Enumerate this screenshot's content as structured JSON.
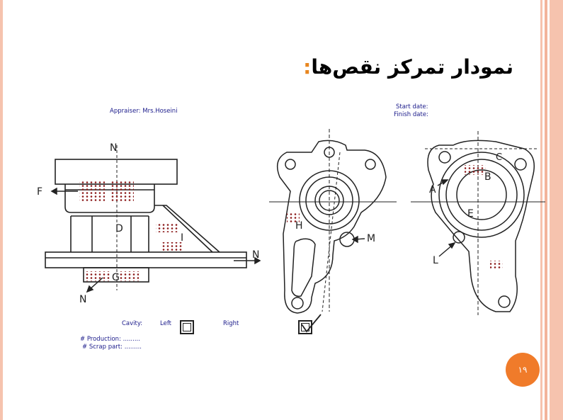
{
  "slide": {
    "title": "نمودار تمرکز نقص‌ها",
    "title_colon": ":",
    "appraiser": "Appraiser: Mrs.Hoseini",
    "start_date": "Start date:",
    "finish_date": "Finish date:",
    "cavity_label": "Cavity:",
    "left_label": "Left",
    "right_label": "Right",
    "production_label": "# Production:   .........",
    "scrap_label": "# Scrap part:   .........",
    "page_number": "۱۹",
    "left_checked": false,
    "right_checked": true
  },
  "colors": {
    "accent_orange": "#f07b2a",
    "border_peach": "#f6c3ae",
    "text_blue": "#1a1a8a",
    "defect_dot": "#8b1a1a"
  },
  "drawings": {
    "left_part_labels": [
      "N",
      "F",
      "D",
      "I",
      "G",
      "N",
      "N"
    ],
    "middle_part_labels": [
      "H",
      "M"
    ],
    "right_part_labels": [
      "C",
      "B",
      "A",
      "E",
      "L"
    ]
  }
}
